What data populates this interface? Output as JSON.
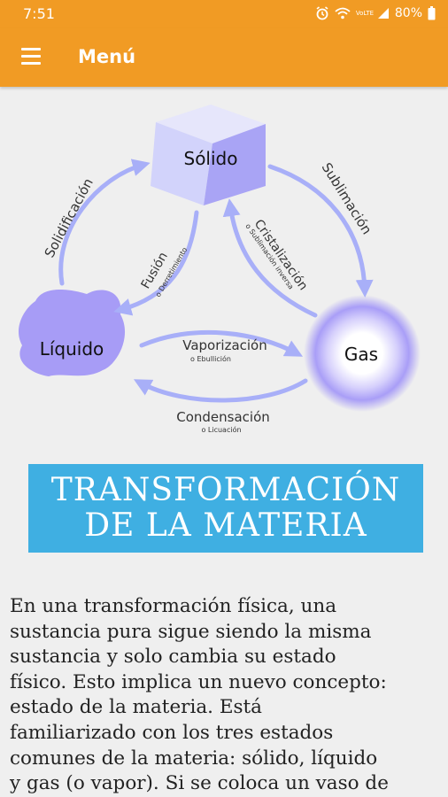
{
  "status_bar": {
    "time": "7:51",
    "lte_label": "VoLTE",
    "battery": "80%",
    "icons": [
      "alarm-icon",
      "wifi-icon",
      "lte-icon",
      "signal-icon",
      "battery-icon"
    ]
  },
  "app_bar": {
    "menu_icon": "hamburger-icon",
    "title": "Menú",
    "color": "#F19B24"
  },
  "diagram": {
    "states": {
      "solid": "Sólido",
      "liquid": "Líquido",
      "gas": "Gas"
    },
    "transitions": {
      "solidification": "Solidificación",
      "sublimation": "Sublimación",
      "fusion": "Fusión",
      "fusion_sub": "o Derretimiento",
      "crystallization": "Cristalización",
      "crystallization_sub": "o Sublimación inversa",
      "vaporization": "Vaporización",
      "vaporization_sub": "o Ebullición",
      "condensation": "Condensación",
      "condensation_sub": "o Licuación"
    },
    "arrow_color": "#A8AFF8",
    "blob_color": "#A79CF6"
  },
  "title_box": {
    "line1": "TRANSFORMACIÓN",
    "line2": "DE LA MATERIA",
    "color": "#3FAFE2"
  },
  "body": {
    "lines": [
      "En una transformación física, una",
      "sustancia pura sigue siendo la misma",
      "sustancia y solo cambia su estado",
      "físico. Esto implica un nuevo concepto:",
      "estado de la materia. Está",
      "familiarizado con los tres estados",
      "comunes de la materia: sólido, líquido",
      "y gas (o vapor). Si se coloca un vaso de"
    ]
  }
}
